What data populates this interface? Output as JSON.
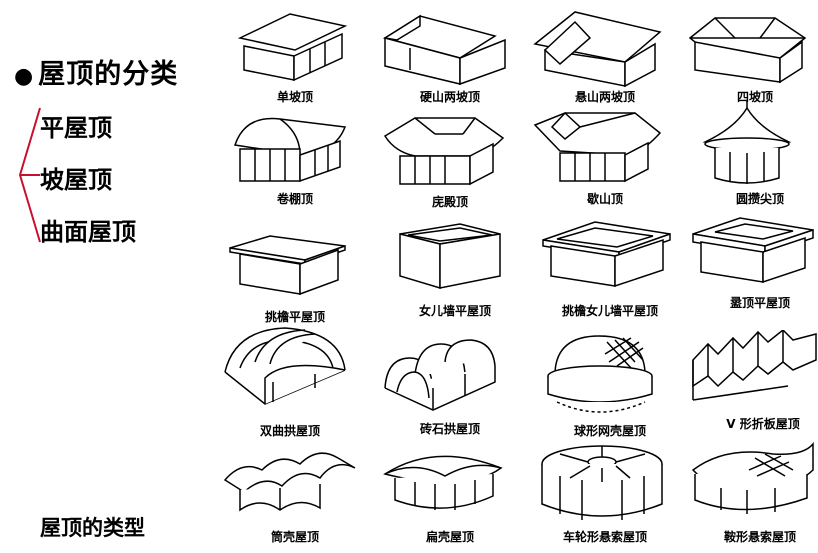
{
  "classification": {
    "title": "屋顶的分类",
    "items": [
      "平屋顶",
      "坡屋顶",
      "曲面屋顶"
    ]
  },
  "caption": "屋顶的类型",
  "roof_types": [
    {
      "label": "单坡顶"
    },
    {
      "label": "硬山两坡顶"
    },
    {
      "label": "悬山两坡顶"
    },
    {
      "label": "四坡顶"
    },
    {
      "label": "卷棚顶"
    },
    {
      "label": "庑殿顶"
    },
    {
      "label": "歇山顶"
    },
    {
      "label": "圆攒尖顶"
    },
    {
      "label": "挑檐平屋顶"
    },
    {
      "label": "女儿墙平屋顶"
    },
    {
      "label": "挑檐女儿墙平屋顶"
    },
    {
      "label": "盝顶平屋顶"
    },
    {
      "label": "双曲拱屋顶"
    },
    {
      "label": "砖石拱屋顶"
    },
    {
      "label": "球形网壳屋顶"
    },
    {
      "label": "V 形折板屋顶"
    },
    {
      "label": "筒壳屋顶"
    },
    {
      "label": "扁壳屋顶"
    },
    {
      "label": "车轮形悬索屋顶"
    },
    {
      "label": "鞍形悬索屋顶"
    }
  ]
}
